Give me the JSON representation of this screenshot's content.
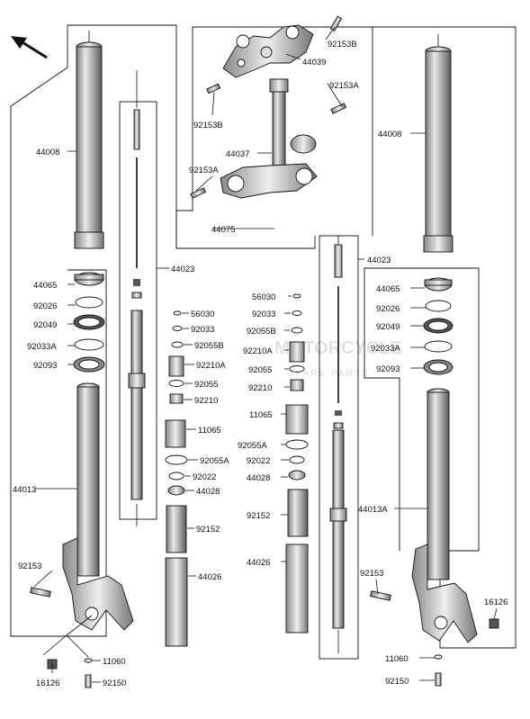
{
  "diagram": {
    "watermark": "MOTORCYCLE",
    "watermark_sub": "SPARE PARTS",
    "labels": {
      "p92153B_a": "92153B",
      "p44039": "44039",
      "p92153A_a": "92153A",
      "p92153B_b": "92153B",
      "p44037": "44037",
      "p92153A_b": "92153A",
      "p44075": "44075",
      "p44008_l": "44008",
      "p44023_l": "44023",
      "p44065_l": "44065",
      "p92026_l": "92026",
      "p92049_l": "92049",
      "p92033A_l": "92033A",
      "p92093_l": "92093",
      "p56030_l": "56030",
      "p92033_l": "92033",
      "p92055B_l": "92055B",
      "p92210A_l": "92210A",
      "p92055_l": "92055",
      "p92210_l": "92210",
      "p11065_l": "11065",
      "p92055A_l": "92055A",
      "p92022_l": "92022",
      "p44028_l": "44028",
      "p92152_l": "92152",
      "p44026_l": "44026",
      "p44013_l": "44013",
      "p92153_l": "92153",
      "p11060_l": "11060",
      "p16126_l": "16126",
      "p92150_l": "92150",
      "p56030_r": "56030",
      "p92033_r": "92033",
      "p92055B_r": "92055B",
      "p92210A_r": "92210A",
      "p92055_r": "92055",
      "p92210_r": "92210",
      "p11065_r": "11065",
      "p92055A_r": "92055A",
      "p92022_r": "92022",
      "p44028_r": "44028",
      "p92152_r": "92152",
      "p44026_r": "44026",
      "p44008_r": "44008",
      "p44023_r": "44023",
      "p44065_r": "44065",
      "p92026_r": "92026",
      "p92049_r": "92049",
      "p92033A_r": "92033A",
      "p92093_r": "92093",
      "p44013A_r": "44013A",
      "p92153_r": "92153",
      "p16126_r": "16126",
      "p11060_r": "11060",
      "p92150_r": "92150"
    }
  }
}
